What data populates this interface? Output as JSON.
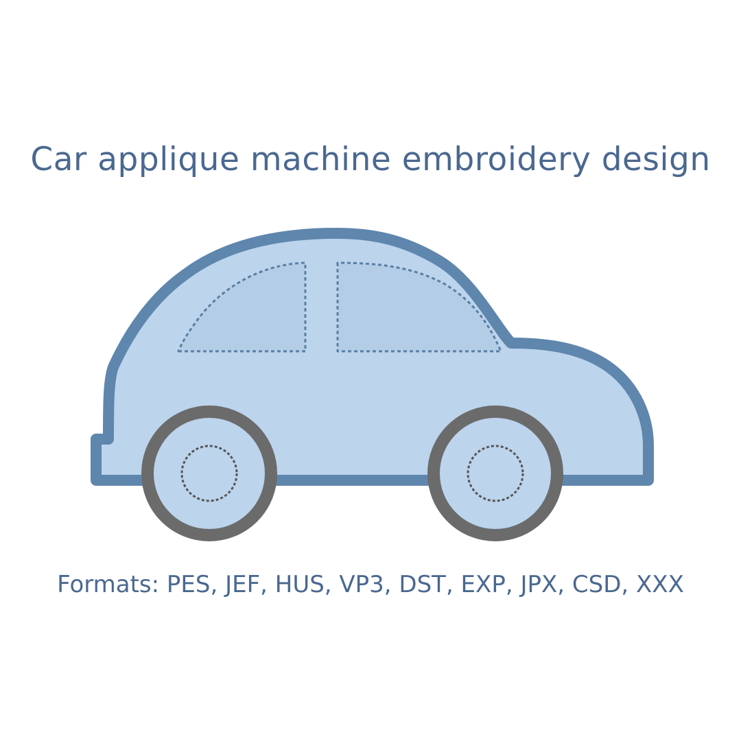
{
  "title": "Car applique machine embroidery design",
  "formats": "Formats: PES, JEF, HUS, VP3, DST, EXP, JPX, CSD, XXX",
  "colors": {
    "text": "#4a6890",
    "body_fill": "#bcd4ec",
    "body_outline": "#5f86ad",
    "stitch": "#5a7ea3",
    "tire": "#6b6b6b",
    "hub": "#bcd4ec",
    "hub_stitch": "#555555"
  },
  "icons": [
    "car-applique-illustration"
  ]
}
